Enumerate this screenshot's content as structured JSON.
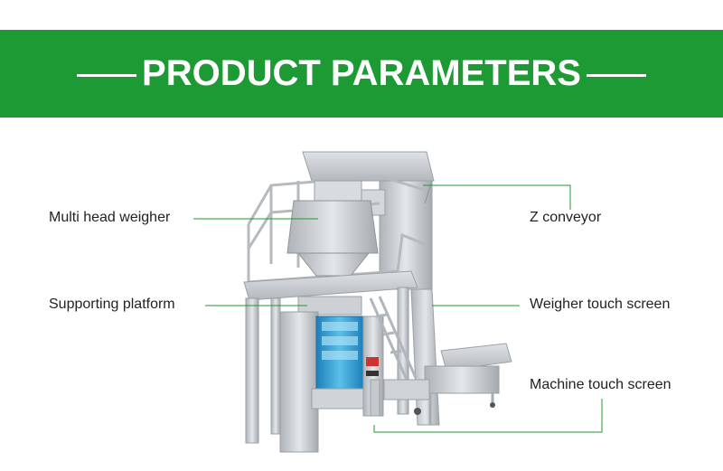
{
  "banner": {
    "title": "PRODUCT PARAMETERS",
    "color": "#1e9a34"
  },
  "labels": {
    "multi_head_weigher": "Multi head weigher",
    "supporting_platform": "Supporting platform",
    "z_conveyor": "Z conveyor",
    "weigher_touch_screen": "Weigher touch screen",
    "machine_touch_screen": "Machine touch screen"
  },
  "colors": {
    "leader_line": "#1e9a34",
    "machine_steel": "#c9cdd1",
    "machine_blue": "#2f9fd6"
  }
}
